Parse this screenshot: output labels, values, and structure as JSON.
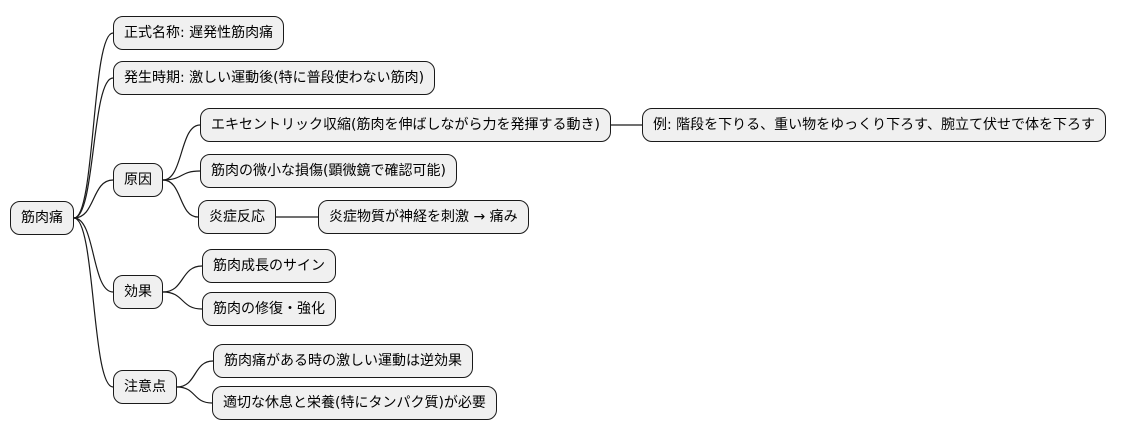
{
  "diagram_type": "mindmap",
  "topic": "筋肉痛",
  "nodes": {
    "root": "筋肉痛",
    "formal_name": "正式名称: 遅発性筋肉痛",
    "onset": "発生時期: 激しい運動後(特に普段使わない筋肉)",
    "causes": "原因",
    "eccentric": "エキセントリック収縮(筋肉を伸ばしながら力を発揮する動き)",
    "eccentric_examples": "例: 階段を下りる、重い物をゆっくり下ろす、腕立て伏せで体を下ろす",
    "micro_damage": "筋肉の微小な損傷(顕微鏡で確認可能)",
    "inflammation": "炎症反応",
    "inflammation_detail": "炎症物質が神経を刺激 → 痛み",
    "effects": "効果",
    "growth_sign": "筋肉成長のサイン",
    "repair": "筋肉の修復・強化",
    "cautions": "注意点",
    "avoid_exercise": "筋肉痛がある時の激しい運動は逆効果",
    "rest_nutrition": "適切な休息と栄養(特にタンパク質)が必要"
  },
  "edges": [
    [
      "root",
      "formal_name"
    ],
    [
      "root",
      "onset"
    ],
    [
      "root",
      "causes"
    ],
    [
      "root",
      "effects"
    ],
    [
      "root",
      "cautions"
    ],
    [
      "causes",
      "eccentric"
    ],
    [
      "causes",
      "micro_damage"
    ],
    [
      "causes",
      "inflammation"
    ],
    [
      "eccentric",
      "eccentric_examples"
    ],
    [
      "inflammation",
      "inflammation_detail"
    ],
    [
      "effects",
      "growth_sign"
    ],
    [
      "effects",
      "repair"
    ],
    [
      "cautions",
      "avoid_exercise"
    ],
    [
      "cautions",
      "rest_nutrition"
    ]
  ],
  "colors": {
    "background": "#ffffff",
    "node_fill": "#f0f0f0",
    "node_border": "#1a1a1a",
    "edge": "#1a1a1a",
    "text": "#000000"
  }
}
